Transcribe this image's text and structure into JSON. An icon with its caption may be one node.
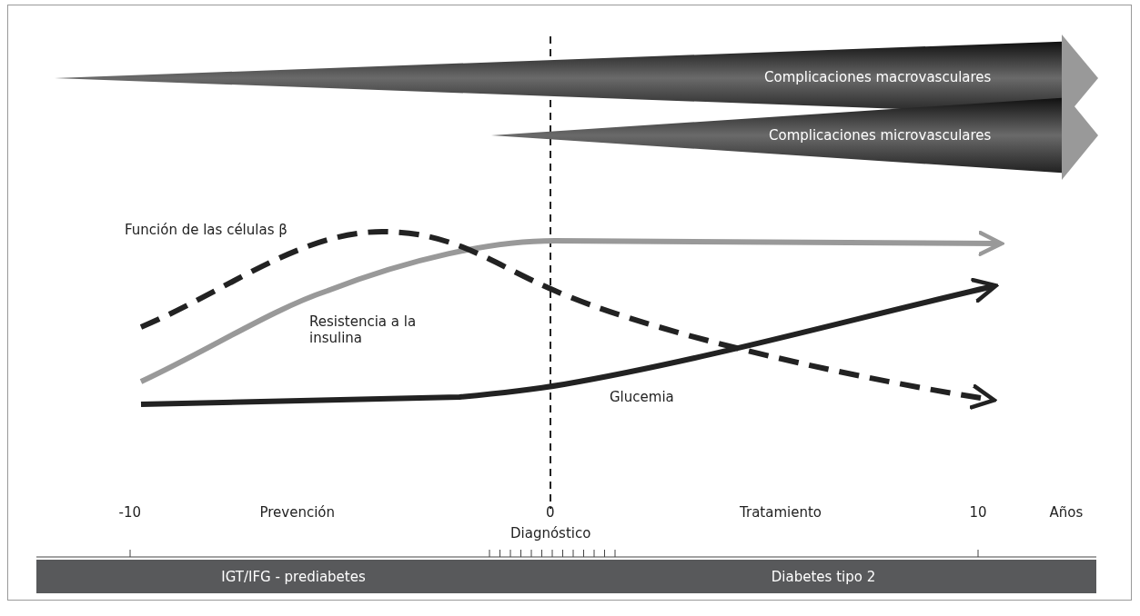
{
  "diagram": {
    "nodes": [
      {
        "text": [
          "Complicaciones macrovasculares"
        ]
      },
      {
        "text": [
          "Complicaciones microvasculares"
        ]
      },
      {
        "text": [
          "IGT/IFG - prediabetes"
        ]
      },
      {
        "text": [
          "Diabetes tipo 2"
        ]
      }
    ],
    "labels": [
      "Función de las células β",
      "Resistencia a la insulina",
      "Glucemia",
      "-10",
      "Prevención",
      "0",
      "Diagnóstico",
      "Tratamiento",
      "10",
      "Años"
    ]
  }
}
